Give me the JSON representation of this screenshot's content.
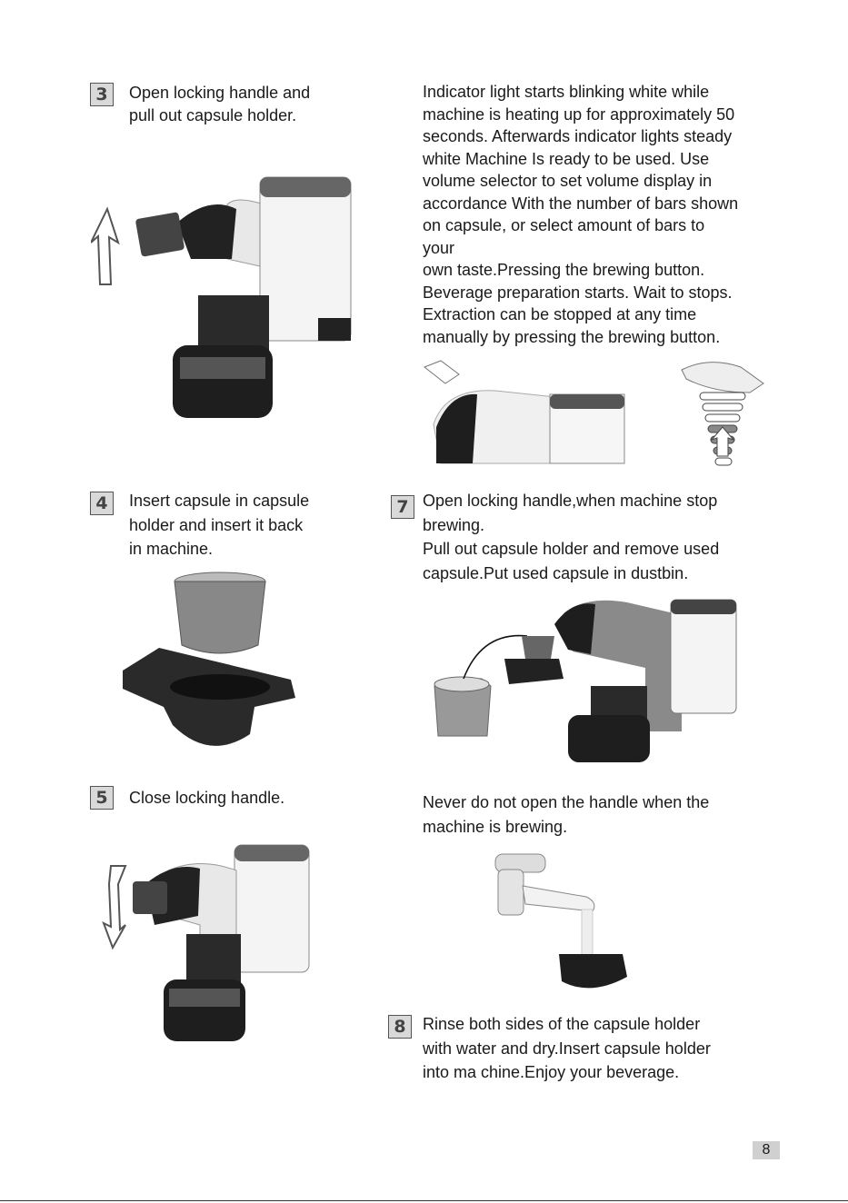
{
  "steps": {
    "s3": {
      "num": "3",
      "text": "Open locking handle and\npull out capsule holder."
    },
    "s4": {
      "num": "4",
      "text": "Insert capsule in capsule\nholder and insert it back\nin machine."
    },
    "s5": {
      "num": "5",
      "text": "Close locking handle."
    },
    "s7": {
      "num": "7",
      "text": "Open locking handle,when machine stop\nbrewing.\nPull out capsule holder and remove used\ncapsule.Put used capsule in dustbin."
    },
    "s8": {
      "num": "8",
      "text": "Rinse both sides of the capsule holder\nwith water and dry.Insert capsule holder\ninto ma chine.Enjoy your beverage."
    }
  },
  "paragraphs": {
    "indicator": "Indicator light starts blinking white while\nmachine is heating up for approximately 50\nseconds. Afterwards indicator lights steady\nwhite Machine Is ready to be used. Use\nvolume selector to set volume display in\naccordance With the number of bars shown\non capsule, or select amount of bars to\nyour\nown taste.Pressing the brewing button.\nBeverage preparation starts. Wait to stops.\nExtraction can be stopped at any time\nmanually by pressing the brewing button.",
    "warning": "Never do not open the handle when the\nmachine is brewing."
  },
  "page_number": "8"
}
